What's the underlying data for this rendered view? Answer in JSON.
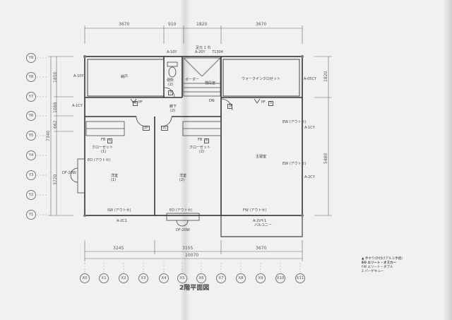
{
  "drawing": {
    "title": "2階平面図",
    "dims_top": [
      "3670",
      "910",
      "1820",
      "3670"
    ],
    "dims_bottom": [
      "3245",
      "3155",
      "3670"
    ],
    "dim_total_bottom": "10070",
    "dims_left": [
      "1850",
      "1088",
      "662",
      "3720"
    ],
    "dim_total_left": "7340",
    "dims_right": [
      "1820",
      "5480"
    ],
    "axes_x": [
      "X0",
      "X1",
      "X2",
      "X3",
      "X4",
      "X5",
      "X6",
      "X7",
      "X8",
      "X9",
      "X10",
      "X11"
    ],
    "axes_y": [
      "Y9",
      "Y8",
      "Y7",
      "Y6",
      "Y5",
      "Y4",
      "Y3",
      "Y2",
      "Y1"
    ],
    "rooms": {
      "storage": "納戸",
      "toilet": "便所",
      "toilet_num": "(2)",
      "hall": "廊下",
      "hall_num": "(2)",
      "walkin": "ウォークインクロゼット",
      "closet1": "クローゼット",
      "closet1_num": "(1)",
      "closet2": "クローゼット",
      "closet2_num": "(2)",
      "western1": "洋室",
      "western1_num": "(1)",
      "western2": "洋室",
      "western2_num": "(2)",
      "master": "主寝室",
      "balcony": "バルコニー",
      "dn": "DN"
    },
    "labels": {
      "top_note": "足元 1 巾",
      "w_top1": "A-10Y",
      "w_top2": "A-20Y",
      "w_top3": "71304",
      "w_left1": "A-10Y",
      "w_left2": "A-1CY",
      "w_right1": "A-05CY",
      "w_right2": "A-1CY",
      "w_right3": "A-2CY",
      "w_bottom1": "A-2C1",
      "w_bottom2": "A-2VY-1",
      "door_left": "DF-20W",
      "door_bottom": "DF-20W",
      "eo1": "EO (アウトセ)",
      "eo2": "EO (アウトセ)",
      "sw1": "SW (アウトセ)",
      "fw1": "FW (アウトセ)",
      "ew1": "EW (アウトセ)",
      "ew2": "EW (アウトセ)",
      "fb1": "FB",
      "fb2": "FB",
      "pf1": "PF",
      "pf2": "PF",
      "tag1": "1",
      "tag2p": "2P",
      "tag2l": "2L",
      "tag3": "3",
      "tag4": "4",
      "tag5": "5",
      "tag6a": "6",
      "tag6b": "6",
      "stair1": "ボーダー",
      "stair2": "階段室"
    },
    "legend": [
      "▲ 手すり(外付けアルミ手摺)",
      "EO エリート・オスカー",
      "FW エリート・ダブル",
      "2 バーゲキュー"
    ]
  }
}
